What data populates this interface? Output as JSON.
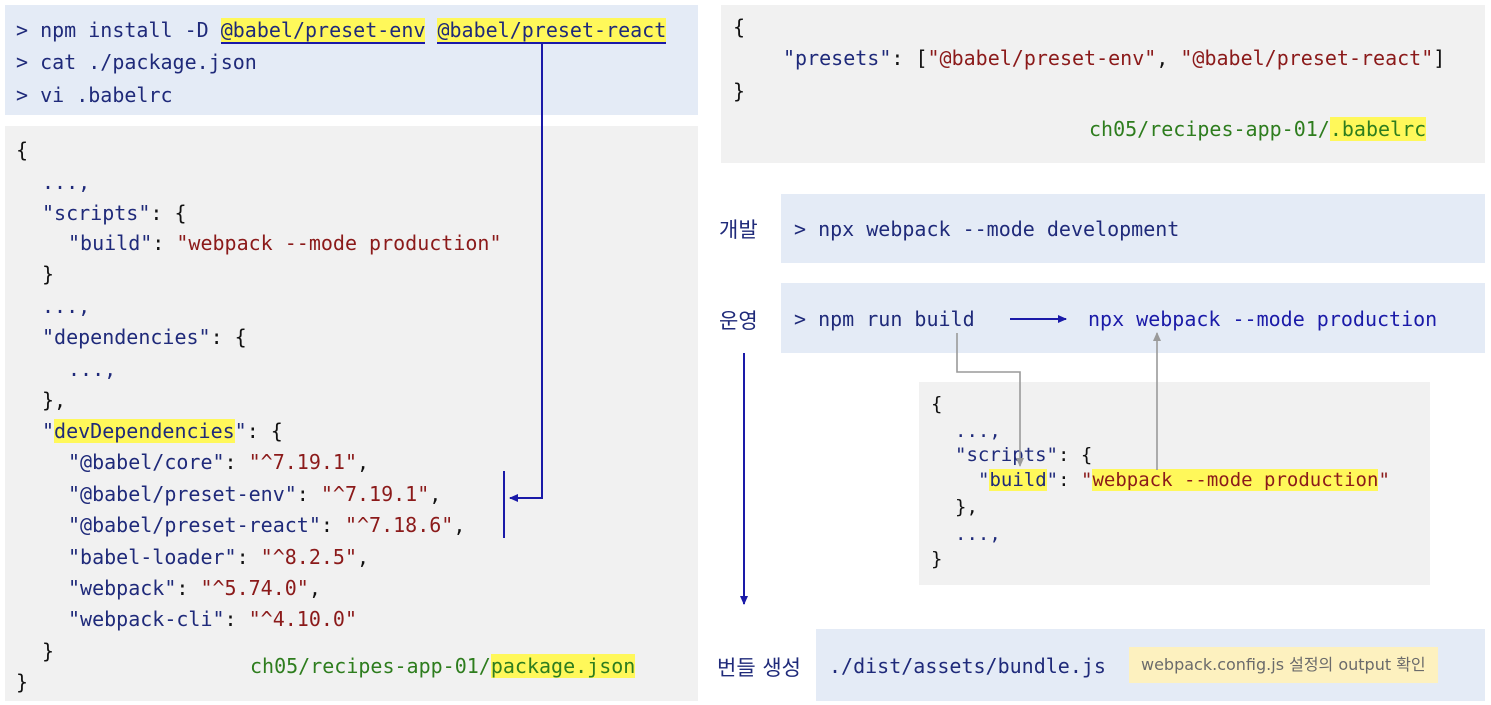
{
  "terminal": {
    "prompt": ">",
    "cmd1_prefix": "npm install -D ",
    "cmd1_pkg1": "@babel/preset-env",
    "cmd1_pkg2": "@babel/preset-react",
    "cmd2": "cat ./package.json",
    "cmd3": "vi .babelrc"
  },
  "package_json": {
    "open_brace": "{",
    "dots": "...,",
    "scripts_key": "\"scripts\"",
    "build_key": "\"build\"",
    "build_val": "\"webpack --mode production\"",
    "close_brace": "}",
    "dependencies_key": "\"dependencies\"",
    "dep_close": "},",
    "devdeps_key": "devDependencies",
    "devdeps": [
      {
        "name": "\"@babel/core\"",
        "version": "\"^7.19.1\""
      },
      {
        "name": "\"@babel/preset-env\"",
        "version": "\"^7.19.1\""
      },
      {
        "name": "\"@babel/preset-react\"",
        "version": "\"^7.18.6\""
      },
      {
        "name": "\"babel-loader\"",
        "version": "\"^8.2.5\""
      },
      {
        "name": "\"webpack\"",
        "version": "\"^5.74.0\""
      },
      {
        "name": "\"webpack-cli\"",
        "version": "\"^4.10.0\""
      }
    ],
    "inner_close": "}",
    "outer_close": "}",
    "path_prefix": "ch05/recipes-app-01/",
    "path_file": "package.json"
  },
  "babelrc": {
    "open_brace": "{",
    "presets_key": "\"presets\"",
    "preset1": "\"@babel/preset-env\"",
    "preset2": "\"@babel/preset-react\"",
    "close_brace": "}",
    "path_prefix": "ch05/recipes-app-01/",
    "path_file": ".babelrc"
  },
  "flow": {
    "dev_label": "개발",
    "dev_cmd": "> npx webpack --mode development",
    "prod_label": "운영",
    "prod_cmd": "> npm run build",
    "prod_target": "npx webpack --mode production",
    "bundle_label": "번들 생성",
    "bundle_path": "./dist/assets/bundle.js",
    "bundle_note": "webpack.config.js 설정의 output 확인"
  },
  "scripts_snippet": {
    "open_brace": "{",
    "dots1": "...,",
    "scripts_key": "\"scripts\"",
    "build_word": "build",
    "build_val": "webpack --mode production",
    "close_scripts": "},",
    "dots2": "...,",
    "close_brace": "}"
  },
  "colors": {
    "command_bg": "#e4ebf6",
    "code_bg": "#f1f1f1",
    "highlight": "#fff85a",
    "arrow_blue": "#1a1aa8",
    "path_green": "#2e7d1e",
    "string_red": "#8b1a1a"
  }
}
